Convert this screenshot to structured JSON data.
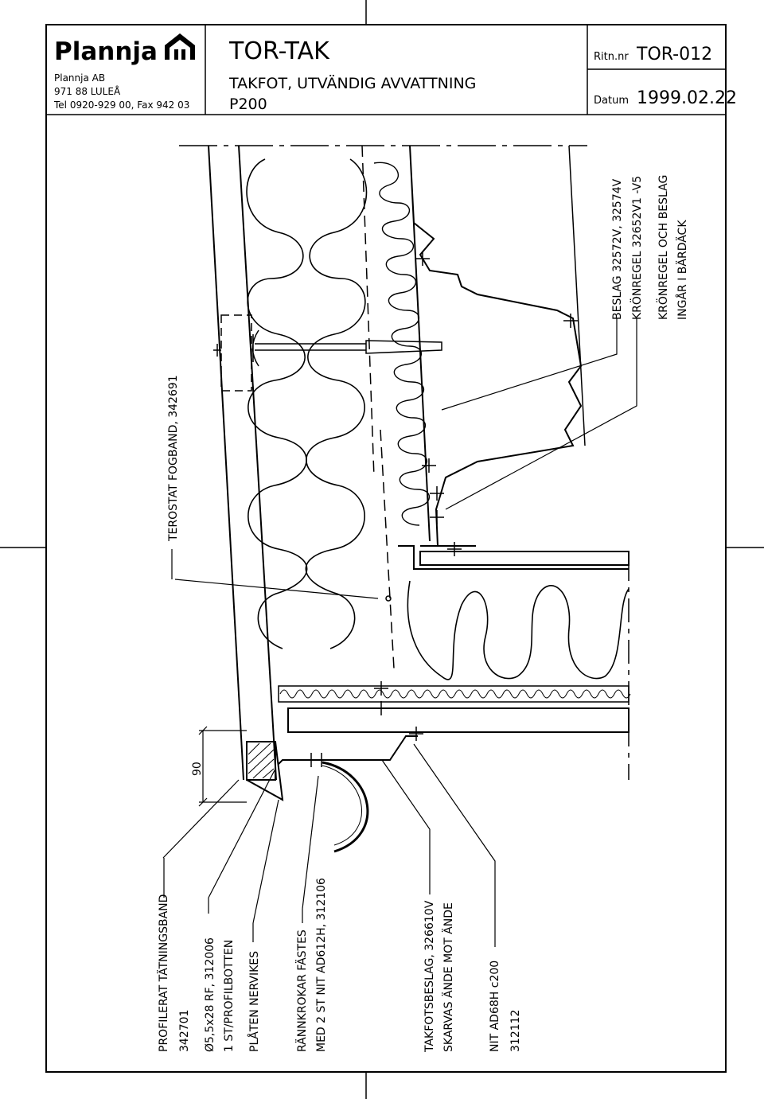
{
  "title_block": {
    "brand": "Plannja",
    "company": "Plannja AB",
    "address": "971 88 LULEÅ",
    "phone": "Tel 0920-929 00, Fax 942 03",
    "product": "TOR-TAK",
    "description": "TAKFOT, UTVÄNDIG AVVATTNING",
    "profile": "P200",
    "drawing_no_label": "Ritn.nr",
    "drawing_no": "TOR-012",
    "date_label": "Datum",
    "date": "1999.02.22"
  },
  "labels": {
    "fogband": "TEROSTAT FOGBAND, 342691",
    "beslag": "BESLAG 32572V, 32574V",
    "kronregel": "KRÖNREGEL 32652V1 -V5",
    "note_line1": "KRÖNREGEL OCH BESLAG",
    "note_line2": "INGÅR I BÄRDÄCK",
    "tatningsband_line1": "PROFILERAT TÄTNINGSBAND",
    "tatningsband_line2": "342701",
    "skruv_line1": "Ø5,5x28 RF, 312006",
    "skruv_line2": "1 ST/PROFILBOTTEN",
    "platen": "PLÅTEN NERVIKES",
    "rannkrokar_line1": "RÄNNKROKAR FÄSTES",
    "rannkrokar_line2": "MED 2 ST NIT AD612H, 312106",
    "takfotsbeslag_line1": "TAKFOTSBESLAG, 326610V",
    "takfotsbeslag_line2": "SKARVAS ÄNDE MOT ÄNDE",
    "nit_line1": "NIT AD68H c200",
    "nit_line2": "312112",
    "dimension": "90"
  }
}
